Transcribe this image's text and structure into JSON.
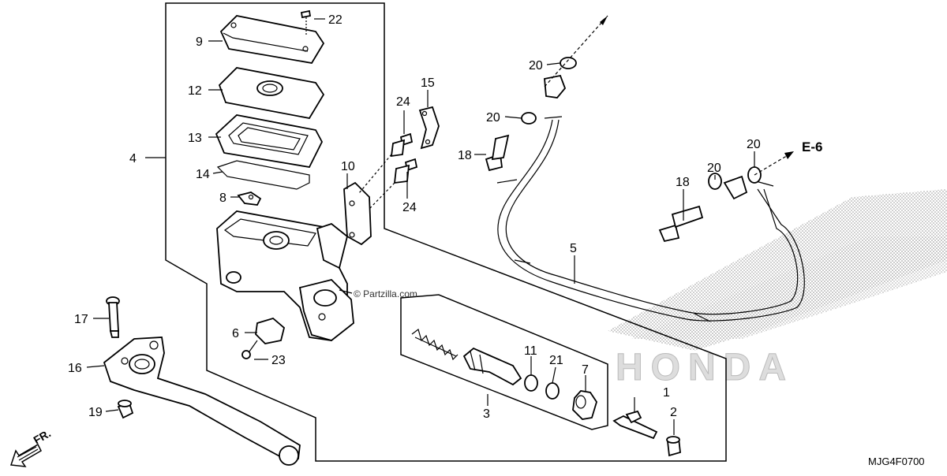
{
  "watermark": "© Partzilla.com",
  "diagram_code": "MJG4F0700",
  "direction_label": "FR.",
  "reference_label": "E-6",
  "brand_watermark": "HONDA",
  "callouts": {
    "p1": "1",
    "p2": "2",
    "p3": "3",
    "p4": "4",
    "p5": "5",
    "p6": "6",
    "p7": "7",
    "p8": "8",
    "p9": "9",
    "p10": "10",
    "p11": "11",
    "p12": "12",
    "p13": "13",
    "p14": "14",
    "p15": "15",
    "p16": "16",
    "p17": "17",
    "p18a": "18",
    "p18b": "18",
    "p19": "19",
    "p20a": "20",
    "p20b": "20",
    "p20c": "20",
    "p20d": "20",
    "p21": "21",
    "p22": "22",
    "p23": "23",
    "p24a": "24",
    "p24b": "24"
  }
}
